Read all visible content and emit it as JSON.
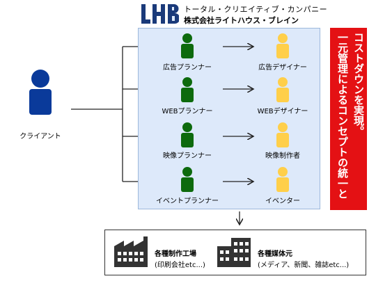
{
  "header": {
    "logo_text": "LHB",
    "tagline": "トータル・クリエイティブ・カンパニー",
    "company": "株式会社ライトハウス・ブレイン"
  },
  "client": {
    "label": "クライアント"
  },
  "rows": [
    {
      "planner": "広告プランナー",
      "designer": "広告デザイナー"
    },
    {
      "planner": "WEBプランナー",
      "designer": "WEBデザイナー"
    },
    {
      "planner": "映像プランナー",
      "designer": "映像制作者"
    },
    {
      "planner": "イベントプランナー",
      "designer": "イベンター"
    }
  ],
  "banner": {
    "line1": "コストダウンを実現。",
    "line2": "一元管理によるコンセプトの統一と"
  },
  "bottom": {
    "factory_title": "各種制作工場",
    "factory_sub": "(印刷会社etc...)",
    "media_title": "各種媒体元",
    "media_sub": "(メディア、新聞、雑誌etc...)"
  },
  "colors": {
    "client": "#0a3a9a",
    "planner": "#0d6a0d",
    "designer": "#ffcf4a",
    "banner": "#e41114",
    "panel": "#dde9fa",
    "logo": "#1a3a7a"
  }
}
